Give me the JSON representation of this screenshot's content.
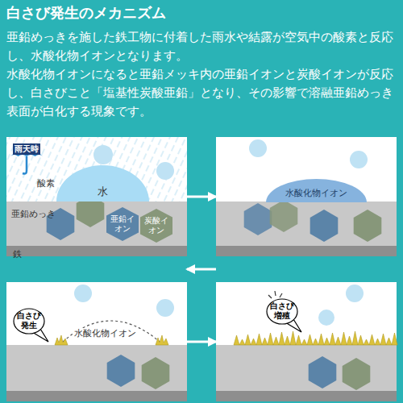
{
  "diagram": {
    "title": "白さび発生のメカニズム",
    "nodes": [
      {
        "text": [
          "酸素",
          "亜鉛めっき",
          "鉄"
        ]
      },
      {
        "text": [
          "雨天時"
        ],
        "in": 0
      },
      {
        "text": [
          "水"
        ],
        "in": 0
      },
      {
        "text": [
          "亜鉛イオン"
        ],
        "in": 0
      },
      {
        "text": [
          "炭酸イオン"
        ],
        "in": 0
      },
      {
        "text": []
      },
      {
        "text": [
          "水酸化物イオン"
        ],
        "in": 5
      },
      {
        "text": [
          "水酸化物イオン"
        ]
      },
      {
        "text": [
          "白さび発生"
        ],
        "in": 7
      },
      {
        "text": []
      },
      {
        "text": [
          "白さび増殖"
        ],
        "in": 9
      }
    ],
    "edges": [
      {
        "from": 0,
        "to": 5,
        "arrow": "to"
      },
      {
        "from": 5,
        "to": 7,
        "arrow": "to"
      },
      {
        "from": 7,
        "to": 9,
        "arrow": "to"
      }
    ],
    "labels": [
      "亜鉛めっきを施した鉄工物に付着した雨水や結露が空気中の酸素と反応し、水酸化物イオンとなります。",
      "水酸化物イオンになると亜鉛メッキ内の亜鉛イオンと炭酸イオンが反応し、白さびこと「塩基性炭酸亜鉛」となり、その影響で溶融亜鉛めっき表面が白化する現象です。"
    ]
  }
}
